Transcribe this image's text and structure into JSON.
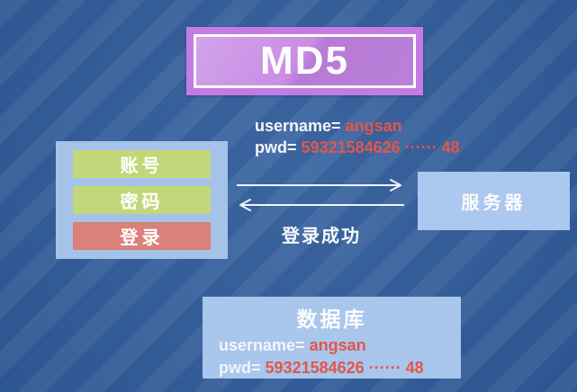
{
  "title": {
    "label": "MD5"
  },
  "transmission": {
    "username_label": "username=",
    "username_value": "angsan",
    "pwd_label": "pwd=",
    "pwd_value": "59321584626 ······ 48",
    "response_label": "登录成功"
  },
  "login_form": {
    "account_button": "账号",
    "password_button": "密码",
    "login_button": "登录"
  },
  "server": {
    "label": "服务器"
  },
  "database": {
    "title": "数据库",
    "username_label": "username=",
    "username_value": "angsan",
    "pwd_label": "pwd=",
    "pwd_value": "59321584626 ······ 48"
  },
  "colors": {
    "background": "#35619f",
    "stripe_light": "#3c68ab",
    "md5_border": "#c47ce4",
    "md5_fill": "#c18ae0",
    "panel_blue": "#a9c6ec",
    "button_green": "#c3d77a",
    "button_red": "#da817a",
    "value_red": "#e2574a",
    "text_white": "#f5f8fc"
  }
}
